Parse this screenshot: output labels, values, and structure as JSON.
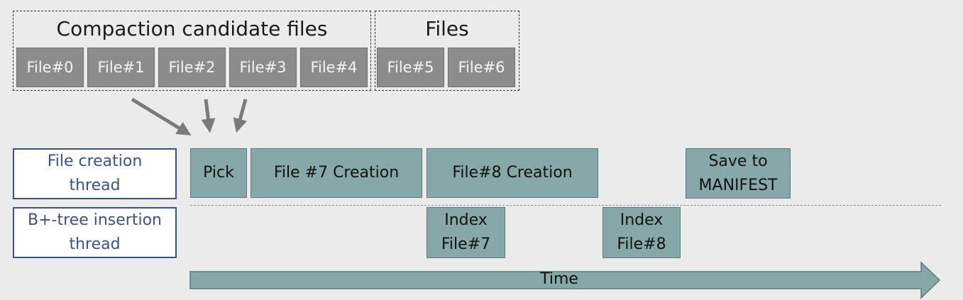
{
  "candidates": {
    "title": "Compaction candidate files",
    "files": [
      "File#0",
      "File#1",
      "File#2",
      "File#3",
      "File#4"
    ]
  },
  "others": {
    "title": "Files",
    "files": [
      "File#5",
      "File#6"
    ]
  },
  "threads": {
    "file_creation": "File creation\nthread",
    "btree_insertion": "B+-tree insertion\nthread"
  },
  "tasks": {
    "pick": "Pick",
    "file7_creation": "File #7 Creation",
    "file8_creation": "File#8 Creation",
    "save_manifest": "Save to\nMANIFEST",
    "index_file7": "Index\nFile#7",
    "index_file8": "Index\nFile#8"
  },
  "timeline": {
    "label": "Time"
  },
  "colors": {
    "background": "#ebebeb",
    "file_box": "#8c8c8c",
    "task_box": "#86a8a8",
    "thread_label_border": "#3a5285",
    "arrow": "#7a7a7a"
  }
}
